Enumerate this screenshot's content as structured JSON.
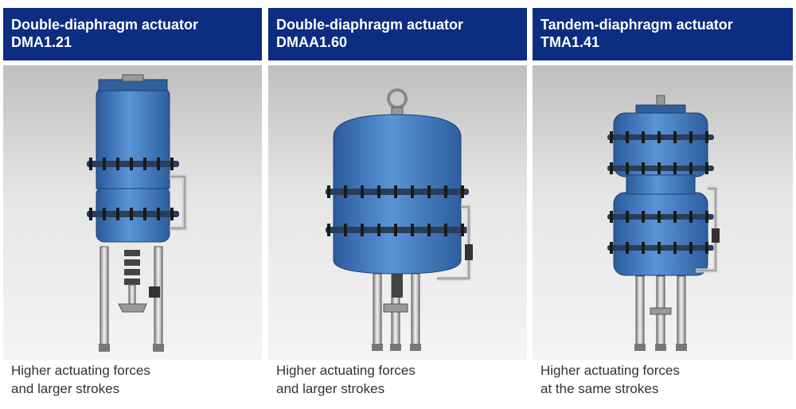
{
  "panels": [
    {
      "title": "Double-diaphragm actuator",
      "model": "DMA1.21",
      "caption_line1": "Higher actuating forces",
      "caption_line2": "and larger strokes",
      "illustration": "double-diaphragm-actuator-dma-illustration"
    },
    {
      "title": "Double-diaphragm actuator",
      "model": "DMAA1.60",
      "caption_line1": "Higher actuating forces",
      "caption_line2": "and larger strokes",
      "illustration": "double-diaphragm-actuator-dmaa-illustration"
    },
    {
      "title": "Tandem-diaphragm actuator",
      "model": "TMA1.41",
      "caption_line1": "Higher actuating forces",
      "caption_line2": "at the same strokes",
      "illustration": "tandem-diaphragm-actuator-illustration"
    }
  ],
  "colors": {
    "header_bg": "#0d2d83",
    "header_text": "#ffffff",
    "actuator_blue": "#3d78c2",
    "caption_text": "#333333"
  }
}
